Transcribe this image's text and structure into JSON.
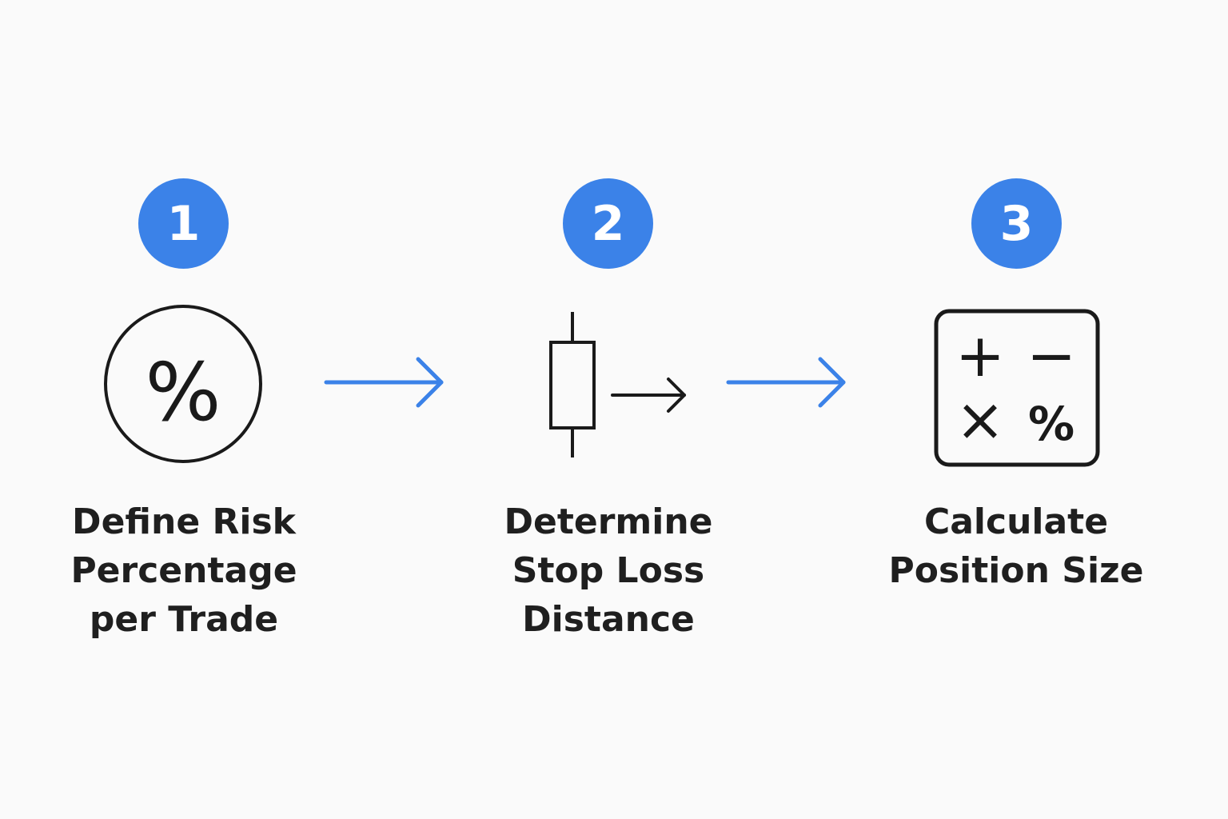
{
  "steps": [
    {
      "number": "1",
      "icon": "percent-circle-icon",
      "label_lines": [
        "Define Risk",
        "Percentage",
        "per Trade"
      ]
    },
    {
      "number": "2",
      "icon": "candlestick-stop-loss-icon",
      "label_lines": [
        "Determine",
        "Stop Loss",
        "Distance"
      ]
    },
    {
      "number": "3",
      "icon": "calculator-icon",
      "label_lines": [
        "Calculate",
        "Position Size"
      ]
    }
  ],
  "icon_glyphs": {
    "percent": "%",
    "plus": "+",
    "minus": "−",
    "times": "×"
  },
  "connectors": [
    "arrow-right-icon",
    "arrow-right-icon"
  ],
  "colors": {
    "accent": "#3b82e8",
    "background": "#fafafa",
    "text": "#1f1f1f"
  }
}
